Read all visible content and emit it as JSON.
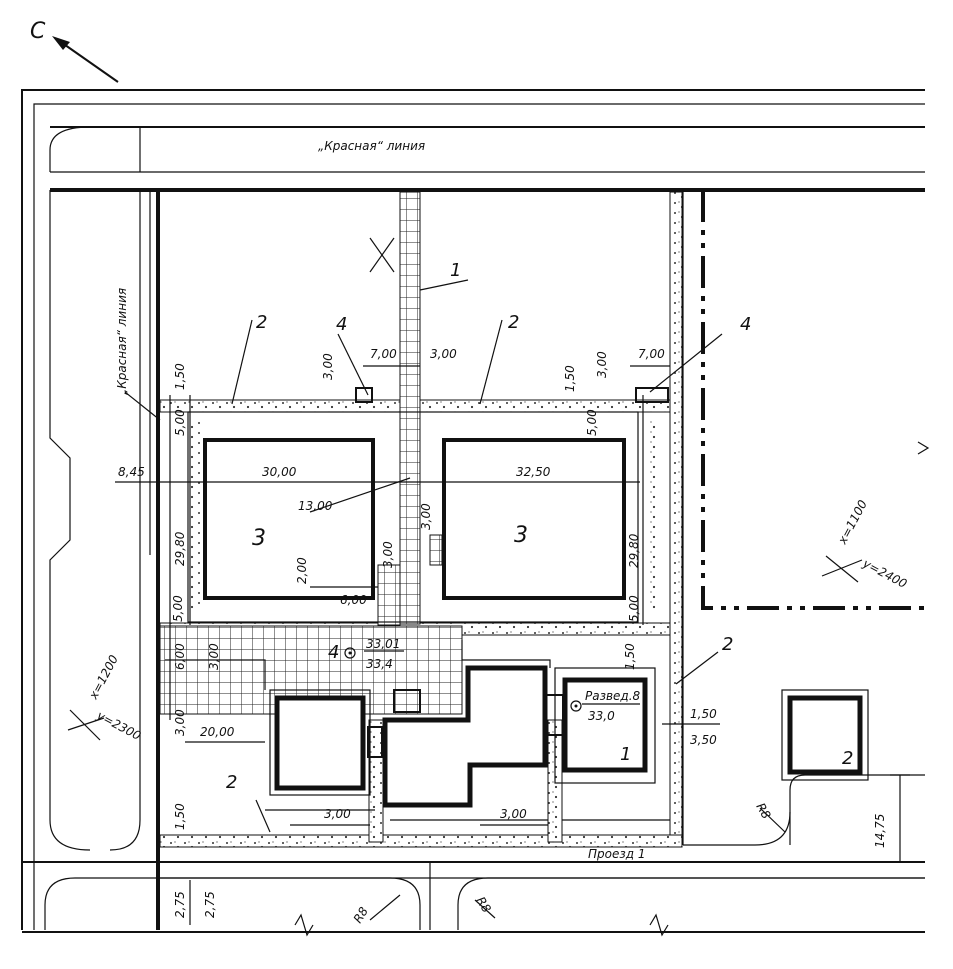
{
  "north_arrow": {
    "label": "С"
  },
  "red_line_labels": {
    "top": "„Красная“ линия",
    "left": "„Красная“ линия"
  },
  "road_label": "Проезд 1",
  "callouts": {
    "n1": "1",
    "n2": "2",
    "n3": "3",
    "n4": "4"
  },
  "elevations": {
    "design": "33,01",
    "existing": "33,4",
    "well_name": "Развед.8",
    "well_level": "33,0"
  },
  "coordinates": {
    "left": {
      "x": "x=1200",
      "y": "y=2300"
    },
    "right": {
      "x": "x=1100",
      "y": "y=2400"
    }
  },
  "dimensions": {
    "d845": "8,45",
    "d3000": "30,00",
    "d3250": "32,50",
    "d1300": "13,00",
    "d2980": "29,80",
    "d700": "7,00",
    "d300": "3,00",
    "d150": "1,50",
    "d500": "5,00",
    "d200": "2,00",
    "d600": "6,00",
    "d2000": "20,00",
    "d350": "3,50",
    "d1475": "14,75",
    "d275": "2,75",
    "dR8": "R8"
  }
}
